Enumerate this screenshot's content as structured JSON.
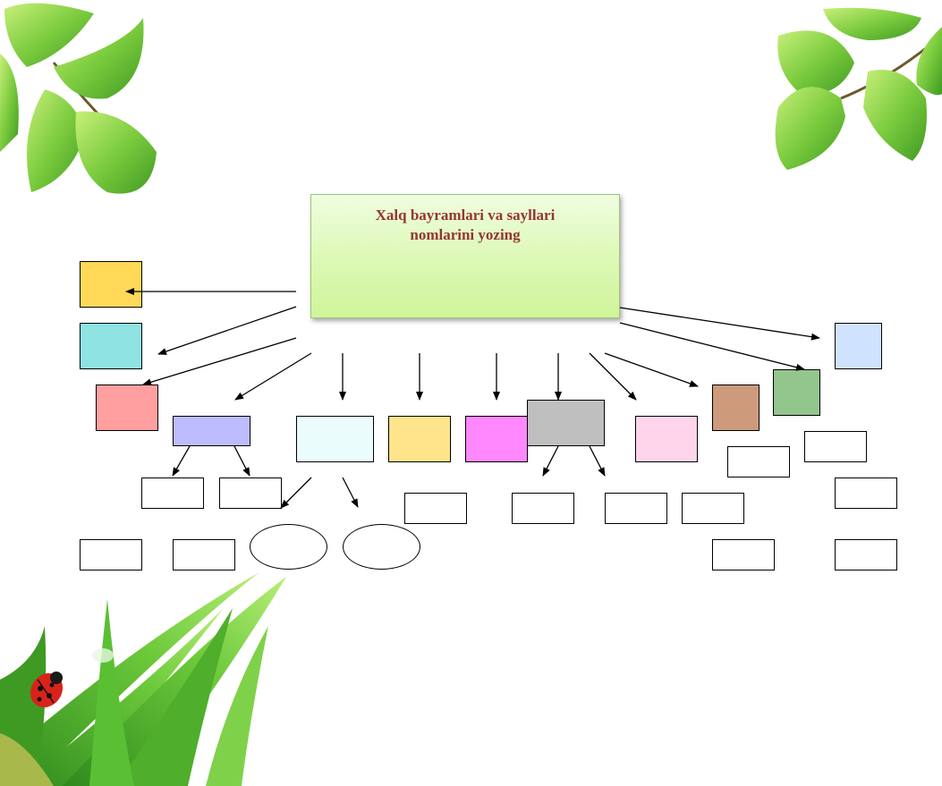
{
  "title": {
    "text": "Xalq bayramlari va sayllari nomlarini yozing",
    "color": "#943634"
  },
  "colors": {
    "title_bg": "#dcf8b4",
    "yellow": "#ffd957",
    "cyan": "#8fe3e3",
    "pink": "#ff9f9f",
    "lavender": "#bcbcff",
    "light_cyan": "#eafcfc",
    "light_yellow": "#ffe48b",
    "magenta": "#ff88ff",
    "gray": "#bfbfbf",
    "light_pink": "#ffd5ec",
    "brown": "#cd9a7c",
    "green": "#92c68d",
    "light_blue": "#cfe3ff",
    "leaf": "#6fc13c"
  },
  "decorations": [
    "leaves-top-left",
    "leaves-top-right",
    "grass-bottom-left",
    "ladybug"
  ]
}
